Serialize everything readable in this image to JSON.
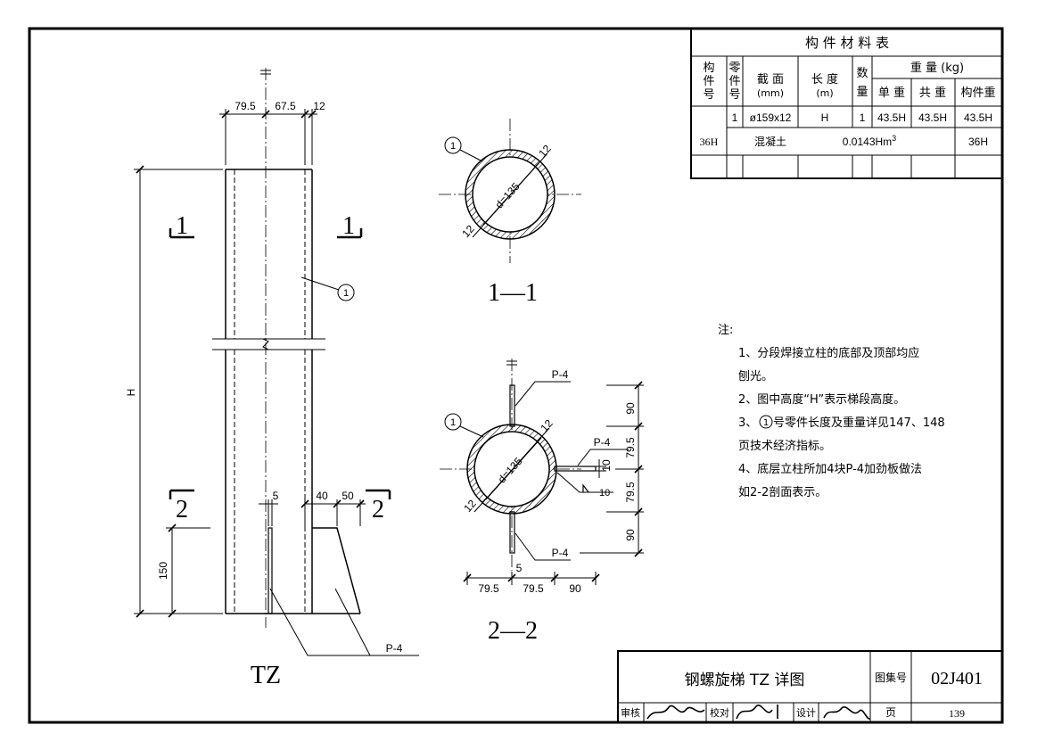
{
  "table": {
    "title": "构 件 材 料 表",
    "headers": {
      "member_no": [
        "构",
        "件",
        "号"
      ],
      "part_no": [
        "零",
        "件",
        "号"
      ],
      "section": "截  面",
      "section_unit": "(mm)",
      "length": "长  度",
      "length_unit": "(m)",
      "qty": [
        "数",
        "量"
      ],
      "weight": "重      量  (kg)",
      "unit_weight": "单  重",
      "total_weight": "共  重",
      "member_weight": "构件重"
    },
    "row1": {
      "part": "1",
      "section": "ø159x12",
      "length": "H",
      "qty": "1",
      "unit": "43.5H",
      "total": "43.5H",
      "member": "43.5H"
    },
    "row2": {
      "member": "36H",
      "material": "混凝土",
      "volume": "0.0143Hm",
      "volume_sup": "3"
    }
  },
  "elevation": {
    "label": "TZ",
    "dims": {
      "d1": "79.5",
      "d2": "67.5",
      "d3": "12",
      "height": "H",
      "h150": "150",
      "d5": "5",
      "d40": "40",
      "d50": "50"
    },
    "section_marks": {
      "s1": "1",
      "s2": "2"
    },
    "part_tag": "1",
    "plate_label": "P-4"
  },
  "section11": {
    "label": "1—1",
    "part_tag": "1",
    "thick": "12",
    "diameter": "d=135"
  },
  "section22": {
    "label": "2—2",
    "part_tag": "1",
    "plate": "P-4",
    "thick": "12",
    "diameter": "d=135",
    "weld": "10",
    "plate_t": "10",
    "dims_v": [
      "90",
      "79.5",
      "79.5",
      "90"
    ],
    "dims_h": [
      "79.5",
      "79.5",
      "90"
    ],
    "d5": "5"
  },
  "notes": {
    "title": "注:",
    "lines": [
      "1、分段焊接立柱的底部及顶部均应",
      "刨光。",
      "2、图中高度“H”表示梯段高度。",
      "3、",
      "号零件长度及重量详见147、148",
      "页技术经济指标。",
      "4、底层立柱所加4块P-4加劲板做法",
      "如2-2剖面表示。"
    ],
    "circle_num": "1"
  },
  "title_block": {
    "title": "钢螺旋梯  TZ  详图",
    "atlas_label": "图集号",
    "atlas_no": "02J401",
    "review": "审核",
    "check": "校对",
    "design": "设计",
    "page_label": "页",
    "page_no": "139"
  }
}
